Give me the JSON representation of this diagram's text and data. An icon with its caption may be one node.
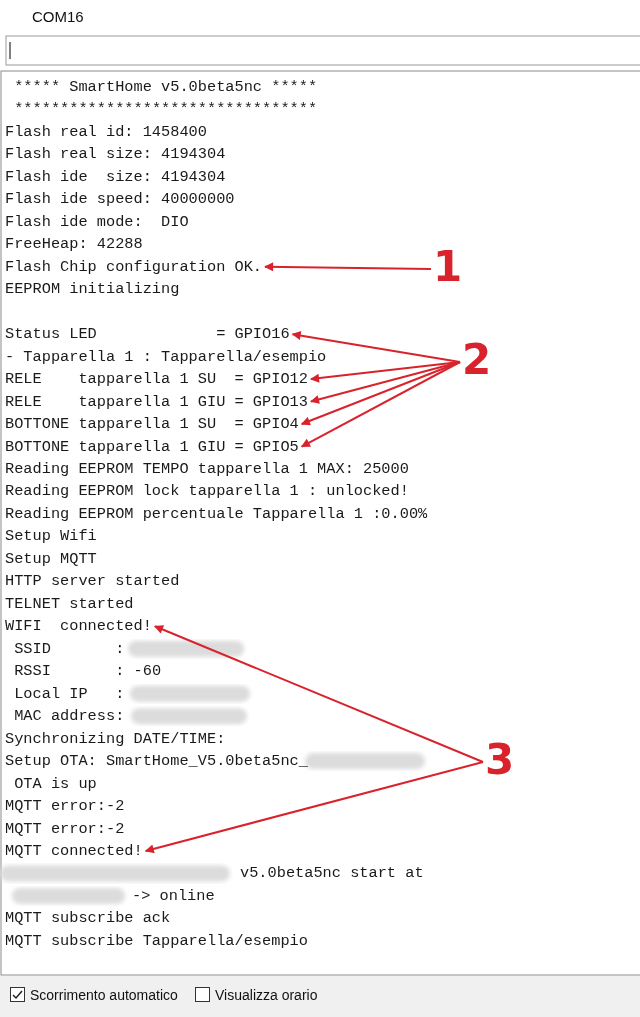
{
  "diagram": {
    "nodes": [
      {
        "text": [
          "Flash Chip configuration OK."
        ]
      },
      {
        "text": [
          "1"
        ]
      },
      {
        "text": [
          "Status LED             = GPIO16"
        ]
      },
      {
        "text": [
          "2"
        ]
      },
      {
        "text": [
          "RELE    tapparella 1 SU  = GPIO12"
        ]
      },
      {
        "text": [
          "RELE    tapparella 1 GIU = GPIO13"
        ]
      },
      {
        "text": [
          "BOTTONE tapparella 1 SU  = GPIO4"
        ]
      },
      {
        "text": [
          "BOTTONE tapparella 1 GIU = GPIO5"
        ]
      },
      {
        "text": [
          "WIFI  connected!"
        ]
      },
      {
        "text": [
          "3"
        ]
      },
      {
        "text": [
          "MQTT connected!"
        ]
      }
    ],
    "edges": [
      {
        "from": 1,
        "to": 0,
        "arrow": "to"
      },
      {
        "from": 3,
        "to": 2,
        "arrow": "to"
      },
      {
        "from": 3,
        "to": 4,
        "arrow": "to"
      },
      {
        "from": 3,
        "to": 5,
        "arrow": "to"
      },
      {
        "from": 3,
        "to": 6,
        "arrow": "to"
      },
      {
        "from": 3,
        "to": 7,
        "arrow": "to"
      },
      {
        "from": 9,
        "to": 8,
        "arrow": "to"
      },
      {
        "from": 9,
        "to": 10,
        "arrow": "to"
      }
    ],
    "labels": [
      "COM16",
      "***** SmartHome v5.0beta5nc *****",
      "*********************************",
      "Flash real id: 1458400",
      "Flash real size: 4194304",
      "Flash ide  size: 4194304",
      "Flash ide speed: 40000000",
      "Flash ide mode:  DIO",
      "FreeHeap: 42288",
      "EEPROM initializing",
      "- Tapparella 1 : Tapparella/esempio",
      "Reading EEPROM TEMPO tapparella 1 MAX: 25000",
      "Reading EEPROM lock tapparella 1 : unlocked!",
      "Reading EEPROM percentuale Tapparella 1 :0.00%",
      "Setup Wifi",
      "Setup MQTT",
      "HTTP server started",
      "TELNET started",
      "SSID       :",
      "RSSI       : -60",
      "Local IP   :",
      "MAC address:",
      "Synchronizing DATE/TIME:",
      "Setup OTA: SmartHome_V5.0beta5nc_",
      "OTA is up",
      "MQTT error:-2",
      "MQTT error:-2",
      "v5.0beta5nc start at",
      "-> online",
      "MQTT subscribe ack",
      "MQTT subscribe Tapparella/esempio",
      "Scorrimento automatico",
      "Visualizza orario"
    ]
  }
}
